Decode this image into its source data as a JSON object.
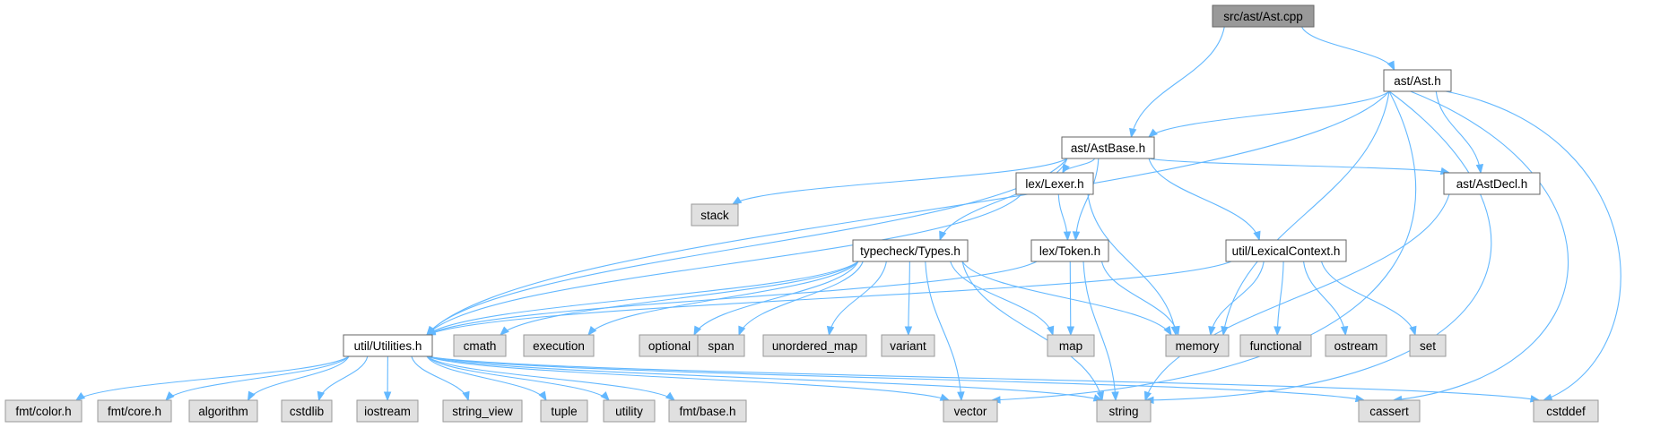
{
  "graph": {
    "edge_color": "#63b8ff",
    "nodes": [
      {
        "id": "src_ast_ast_cpp",
        "label": "src/ast/Ast.cpp",
        "kind": "highlight"
      },
      {
        "id": "ast_ast_h",
        "label": "ast/Ast.h",
        "kind": "local"
      },
      {
        "id": "ast_astbase_h",
        "label": "ast/AstBase.h",
        "kind": "local"
      },
      {
        "id": "ast_astdecl_h",
        "label": "ast/AstDecl.h",
        "kind": "local"
      },
      {
        "id": "lex_lexer_h",
        "label": "lex/Lexer.h",
        "kind": "local"
      },
      {
        "id": "lex_token_h",
        "label": "lex/Token.h",
        "kind": "local"
      },
      {
        "id": "typecheck_types_h",
        "label": "typecheck/Types.h",
        "kind": "local"
      },
      {
        "id": "util_lexicalcontext_h",
        "label": "util/LexicalContext.h",
        "kind": "local"
      },
      {
        "id": "util_utilities_h",
        "label": "util/Utilities.h",
        "kind": "local"
      },
      {
        "id": "stack",
        "label": "stack",
        "kind": "sys"
      },
      {
        "id": "cmath",
        "label": "cmath",
        "kind": "sys"
      },
      {
        "id": "execution",
        "label": "execution",
        "kind": "sys"
      },
      {
        "id": "optional",
        "label": "optional",
        "kind": "sys"
      },
      {
        "id": "span",
        "label": "span",
        "kind": "sys"
      },
      {
        "id": "unordered_map",
        "label": "unordered_map",
        "kind": "sys"
      },
      {
        "id": "variant",
        "label": "variant",
        "kind": "sys"
      },
      {
        "id": "map",
        "label": "map",
        "kind": "sys"
      },
      {
        "id": "memory",
        "label": "memory",
        "kind": "sys"
      },
      {
        "id": "functional",
        "label": "functional",
        "kind": "sys"
      },
      {
        "id": "ostream",
        "label": "ostream",
        "kind": "sys"
      },
      {
        "id": "set",
        "label": "set",
        "kind": "sys"
      },
      {
        "id": "fmt_color_h",
        "label": "fmt/color.h",
        "kind": "sys"
      },
      {
        "id": "fmt_core_h",
        "label": "fmt/core.h",
        "kind": "sys"
      },
      {
        "id": "algorithm",
        "label": "algorithm",
        "kind": "sys"
      },
      {
        "id": "cstdlib",
        "label": "cstdlib",
        "kind": "sys"
      },
      {
        "id": "iostream",
        "label": "iostream",
        "kind": "sys"
      },
      {
        "id": "string_view",
        "label": "string_view",
        "kind": "sys"
      },
      {
        "id": "tuple",
        "label": "tuple",
        "kind": "sys"
      },
      {
        "id": "utility",
        "label": "utility",
        "kind": "sys"
      },
      {
        "id": "fmt_base_h",
        "label": "fmt/base.h",
        "kind": "sys"
      },
      {
        "id": "vector",
        "label": "vector",
        "kind": "sys"
      },
      {
        "id": "string",
        "label": "string",
        "kind": "sys"
      },
      {
        "id": "cassert",
        "label": "cassert",
        "kind": "sys"
      },
      {
        "id": "cstddef",
        "label": "cstddef",
        "kind": "sys"
      }
    ],
    "edges": [
      [
        "src_ast_ast_cpp",
        "ast_ast_h"
      ],
      [
        "src_ast_ast_cpp",
        "ast_astbase_h"
      ],
      [
        "ast_ast_h",
        "util_utilities_h"
      ],
      [
        "ast_ast_h",
        "ast_astbase_h"
      ],
      [
        "ast_ast_h",
        "memory"
      ],
      [
        "ast_ast_h",
        "vector"
      ],
      [
        "ast_ast_h",
        "ast_astdecl_h"
      ],
      [
        "ast_ast_h",
        "string"
      ],
      [
        "ast_ast_h",
        "cassert"
      ],
      [
        "ast_ast_h",
        "cstddef"
      ],
      [
        "ast_astbase_h",
        "stack"
      ],
      [
        "ast_astbase_h",
        "util_utilities_h"
      ],
      [
        "ast_astbase_h",
        "typecheck_types_h"
      ],
      [
        "ast_astbase_h",
        "lex_lexer_h"
      ],
      [
        "ast_astbase_h",
        "lex_token_h"
      ],
      [
        "ast_astbase_h",
        "util_lexicalcontext_h"
      ],
      [
        "ast_astbase_h",
        "ast_astdecl_h"
      ],
      [
        "ast_astdecl_h",
        "string"
      ],
      [
        "lex_lexer_h",
        "util_utilities_h"
      ],
      [
        "lex_lexer_h",
        "lex_token_h"
      ],
      [
        "lex_lexer_h",
        "memory"
      ],
      [
        "lex_token_h",
        "util_utilities_h"
      ],
      [
        "lex_token_h",
        "map"
      ],
      [
        "lex_token_h",
        "memory"
      ],
      [
        "lex_token_h",
        "string"
      ],
      [
        "typecheck_types_h",
        "util_utilities_h"
      ],
      [
        "typecheck_types_h",
        "cmath"
      ],
      [
        "typecheck_types_h",
        "execution"
      ],
      [
        "typecheck_types_h",
        "optional"
      ],
      [
        "typecheck_types_h",
        "span"
      ],
      [
        "typecheck_types_h",
        "unordered_map"
      ],
      [
        "typecheck_types_h",
        "variant"
      ],
      [
        "typecheck_types_h",
        "vector"
      ],
      [
        "typecheck_types_h",
        "map"
      ],
      [
        "typecheck_types_h",
        "memory"
      ],
      [
        "typecheck_types_h",
        "string"
      ],
      [
        "util_lexicalcontext_h",
        "util_utilities_h"
      ],
      [
        "util_lexicalcontext_h",
        "memory"
      ],
      [
        "util_lexicalcontext_h",
        "functional"
      ],
      [
        "util_lexicalcontext_h",
        "ostream"
      ],
      [
        "util_lexicalcontext_h",
        "set"
      ],
      [
        "util_utilities_h",
        "fmt_color_h"
      ],
      [
        "util_utilities_h",
        "fmt_core_h"
      ],
      [
        "util_utilities_h",
        "algorithm"
      ],
      [
        "util_utilities_h",
        "cstdlib"
      ],
      [
        "util_utilities_h",
        "iostream"
      ],
      [
        "util_utilities_h",
        "string_view"
      ],
      [
        "util_utilities_h",
        "tuple"
      ],
      [
        "util_utilities_h",
        "utility"
      ],
      [
        "util_utilities_h",
        "fmt_base_h"
      ],
      [
        "util_utilities_h",
        "vector"
      ],
      [
        "util_utilities_h",
        "string"
      ],
      [
        "util_utilities_h",
        "cassert"
      ],
      [
        "util_utilities_h",
        "cstddef"
      ]
    ]
  }
}
